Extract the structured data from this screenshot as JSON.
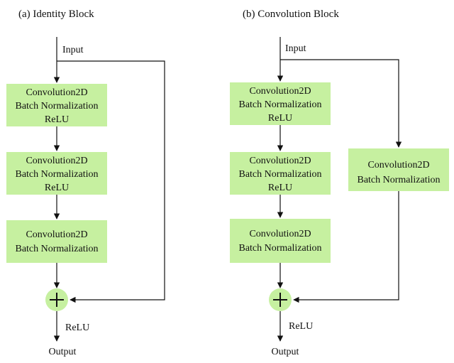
{
  "identity_block": {
    "title": "(a) Identity Block",
    "input_label": "Input",
    "blocks": [
      {
        "lines": [
          "Convolution2D",
          "Batch Normalization",
          "ReLU"
        ]
      },
      {
        "lines": [
          "Convolution2D",
          "Batch Normalization",
          "ReLU"
        ]
      },
      {
        "lines": [
          "Convolution2D",
          "Batch Normalization"
        ]
      }
    ],
    "relu_label": "ReLU",
    "output_label": "Output"
  },
  "convolution_block": {
    "title": "(b) Convolution Block",
    "input_label": "Input",
    "blocks": [
      {
        "lines": [
          "Convolution2D",
          "Batch Normalization",
          "ReLU"
        ]
      },
      {
        "lines": [
          "Convolution2D",
          "Batch Normalization",
          "ReLU"
        ]
      },
      {
        "lines": [
          "Convolution2D",
          "Batch Normalization"
        ]
      }
    ],
    "shortcut_block": {
      "lines": [
        "Convolution2D",
        "Batch Normalization"
      ]
    },
    "relu_label": "ReLU",
    "output_label": "Output"
  },
  "colors": {
    "block_fill": "#c6f0a0",
    "line": "#111111"
  }
}
